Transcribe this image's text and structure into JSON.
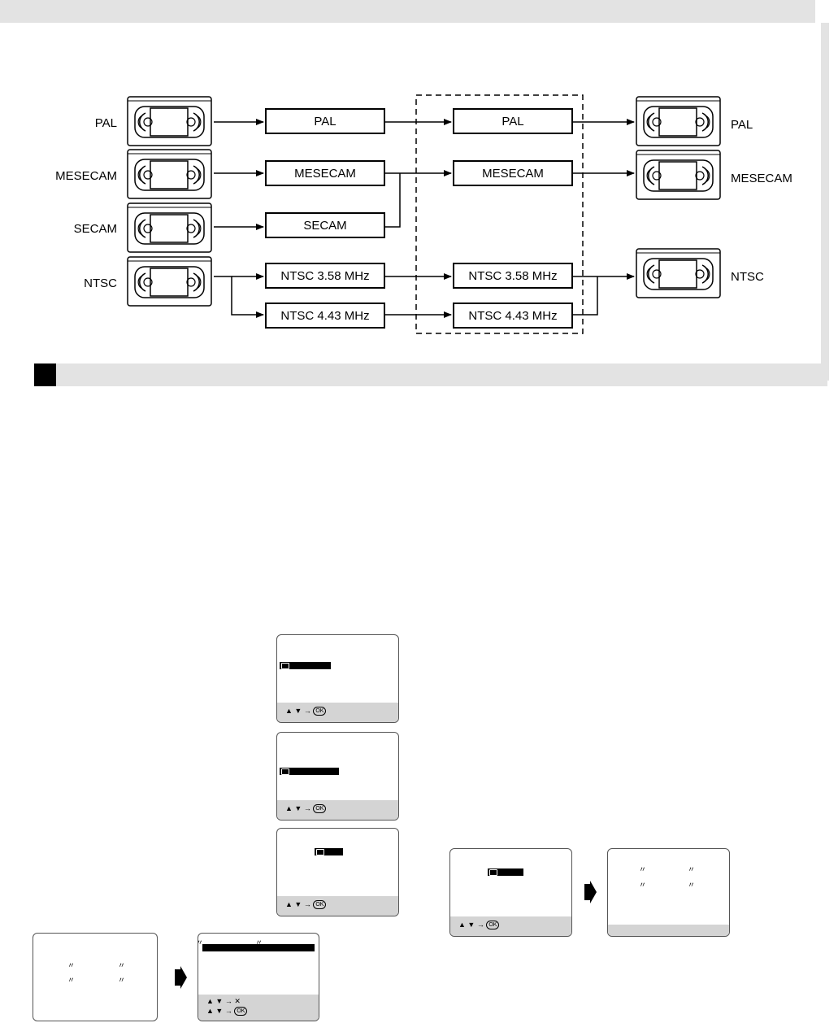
{
  "diagram": {
    "tape_labels_left": [
      "PAL",
      "MESECAM",
      "SECAM",
      "NTSC"
    ],
    "recorded_boxes": [
      "PAL",
      "MESECAM",
      "SECAM",
      "NTSC 3.58 MHz",
      "NTSC 4.43 MHz"
    ],
    "playback_boxes": [
      "PAL",
      "MESECAM",
      "NTSC 3.58 MHz",
      "NTSC 4.43 MHz"
    ],
    "tape_labels_right": [
      "PAL",
      "MESECAM",
      "NTSC"
    ]
  },
  "screens": {
    "guide_select": "▲ ▼ → ",
    "guide_ok": "OK",
    "guide_cancel": "▲ ▼ → ✕",
    "tick": "〃"
  },
  "colors": {
    "band": "#e3e3e3",
    "screen_bar": "#d4d4d4"
  }
}
